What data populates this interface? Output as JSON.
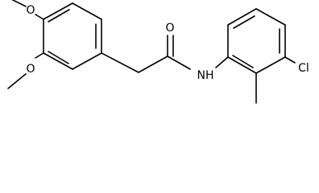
{
  "molecule": {
    "atom_labels": {
      "methoxy_top_o": "O",
      "methoxy_bottom_o": "O",
      "carbonyl_o": "O",
      "amide_nh": "NH",
      "chloro": "Cl"
    }
  }
}
